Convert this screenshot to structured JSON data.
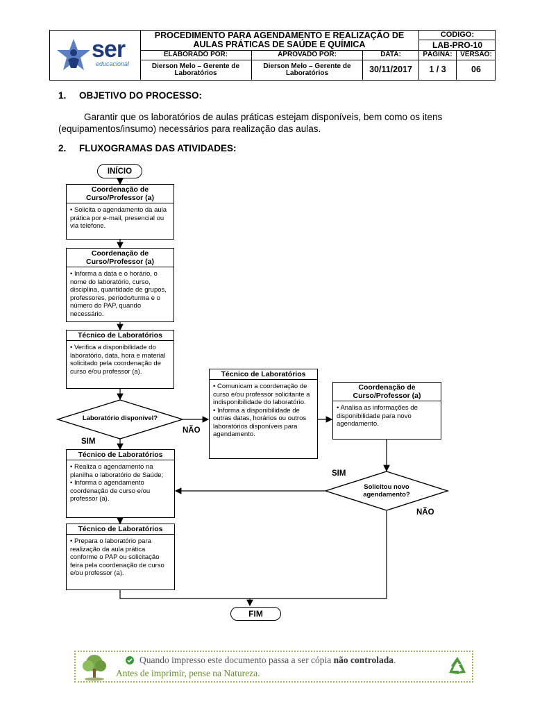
{
  "header": {
    "logo_text": "ser",
    "logo_subtext": "educacional",
    "title": "PROCEDIMENTO PARA AGENDAMENTO E REALIZAÇÃO DE AULAS PRÁTICAS DE SAÚDE E QUÍMICA",
    "codigo_label": "CODIGO:",
    "codigo_value": "LAB-PRO-10",
    "elaborado_label": "ELABORADO POR:",
    "elaborado_value": "Dierson Melo – Gerente de Laboratórios",
    "aprovado_label": "APROVADO POR:",
    "aprovado_value": "Dierson Melo – Gerente de Laboratórios",
    "data_label": "DATA:",
    "data_value": "30/11/2017",
    "pagina_label": "PÁGINA:",
    "pagina_value": "1 / 3",
    "versao_label": "VERSÃO:",
    "versao_value": "06"
  },
  "section1": {
    "heading": "1.     OBJETIVO DO PROCESSO:",
    "text_line1": "Garantir que os laboratórios de aulas práticas estejam disponíveis, bem como os itens",
    "text_line2": "(equipamentos/insumo) necessários para realização das aulas."
  },
  "section2": {
    "heading": "2.     FLUXOGRAMAS DAS ATIVIDADES:"
  },
  "flow": {
    "start": "INÍCIO",
    "end": "FIM",
    "box1": {
      "title": "Coordenação de Curso/Professor (a)",
      "body": "• Solicita o agendamento da aula prática por e-mail, presencial ou via telefone."
    },
    "box2": {
      "title": "Coordenação de Curso/Professor (a)",
      "body": "• Informa a data e o horário, o nome do laboratório, curso, disciplina, quantidade de grupos, professores, período/turma e o número do PAP, quando necessário."
    },
    "box3": {
      "title": "Técnico de Laboratórios",
      "body": "• Verifica a disponibilidade do laboratório, data, hora e material solicitado pela coordenação de curso e/ou professor (a)."
    },
    "decision1": "Laboratório disponível?",
    "decision1_yes": "SIM",
    "decision1_no": "NÃO",
    "box4": {
      "title": "Técnico de Laboratórios",
      "body": "• Comunicam a coordenação de curso e/ou professor solicitante a indisponibilidade do laboratório.\n• Informa a disponibilidade de outras datas, horários ou outros laboratórios disponíveis para agendamento."
    },
    "box5": {
      "title": "Coordenação de Curso/Professor (a)",
      "body": "• Analisa as informações de disponibilidade para novo agendamento."
    },
    "decision2": "Solicitou novo agendamento?",
    "decision2_yes": "SIM",
    "decision2_no": "NÃO",
    "box6": {
      "title": "Técnico de Laboratórios",
      "body": "• Realiza o agendamento na planilha o laboratório de Saúde;\n• Informa o agendamento coordenação de curso e/ou professor (a)."
    },
    "box7": {
      "title": "Técnico de Laboratórios",
      "body": "• Prepara o laboratório para realização da aula prática conforme o PAP ou solicitação feira pela  coordenação de curso e/ou professor (a)."
    }
  },
  "footer": {
    "line1_prefix": "Quando impresso este documento passa a ser cópia ",
    "line1_bold": "não controlada",
    "line1_suffix": ".",
    "line2": "Antes de imprimir, pense na Natureza."
  },
  "colors": {
    "logo_blue": "#1f3a7a",
    "footer_green": "#9cb24a",
    "recycle_green": "#4a9a3a"
  },
  "icons": [
    "star-person-logo-icon",
    "tree-icon",
    "check-icon",
    "recycle-icon"
  ]
}
